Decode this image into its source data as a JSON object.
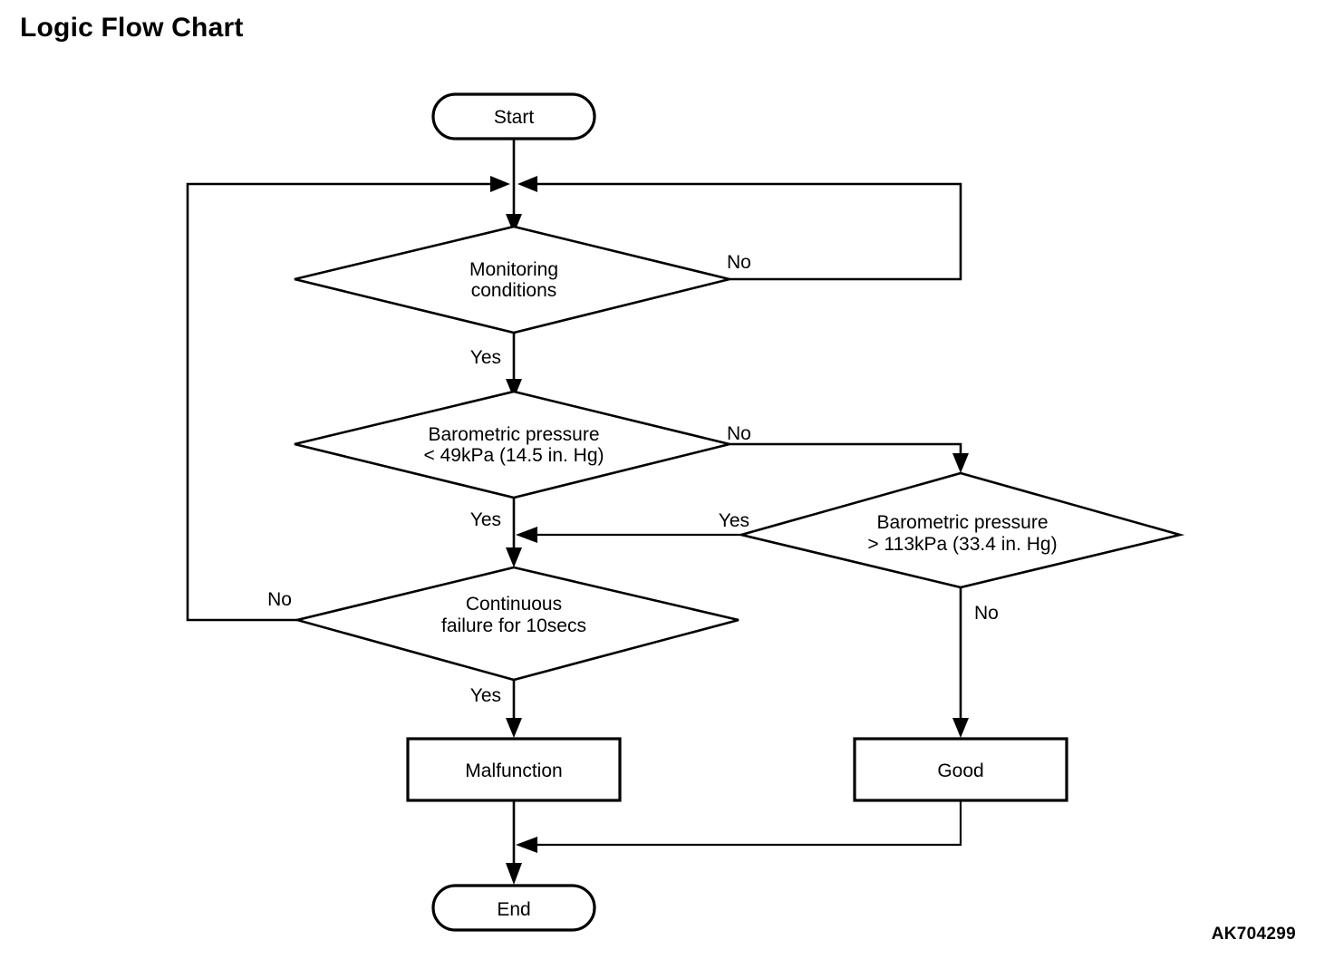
{
  "page": {
    "title": "Logic Flow Chart",
    "figure_id": "AK704299",
    "background_color": "#ffffff",
    "line_color": "#000000"
  },
  "chart_data": {
    "type": "diagram",
    "diagram_kind": "flowchart",
    "title": "Logic Flow Chart",
    "figure_id": "AK704299",
    "orientation": "top-to-bottom",
    "nodes": [
      {
        "id": "start",
        "shape": "terminator",
        "label": "Start",
        "lines": [
          "Start"
        ]
      },
      {
        "id": "monitoring",
        "shape": "decision",
        "label": "Monitoring conditions",
        "lines": [
          "Monitoring",
          "conditions"
        ]
      },
      {
        "id": "baro_low",
        "shape": "decision",
        "label": "Barometric pressure < 49kPa (14.5 in. Hg)",
        "lines": [
          "Barometric pressure",
          "< 49kPa (14.5 in. Hg)"
        ]
      },
      {
        "id": "baro_high",
        "shape": "decision",
        "label": "Barometric pressure > 113kPa (33.4 in. Hg)",
        "lines": [
          "Barometric pressure",
          "> 113kPa (33.4 in. Hg)"
        ]
      },
      {
        "id": "continuous",
        "shape": "decision",
        "label": "Continuous failure for 10secs",
        "lines": [
          "Continuous",
          "failure for 10secs"
        ]
      },
      {
        "id": "malfunction",
        "shape": "process",
        "label": "Malfunction",
        "lines": [
          "Malfunction"
        ]
      },
      {
        "id": "good",
        "shape": "process",
        "label": "Good",
        "lines": [
          "Good"
        ]
      },
      {
        "id": "end",
        "shape": "terminator",
        "label": "End",
        "lines": [
          "End"
        ]
      }
    ],
    "edges": [
      {
        "from": "start",
        "to": "monitoring",
        "label": ""
      },
      {
        "from": "monitoring",
        "to": "monitoring",
        "label": "No",
        "route": "loop-right-back-to-top"
      },
      {
        "from": "monitoring",
        "to": "baro_low",
        "label": "Yes"
      },
      {
        "from": "baro_low",
        "to": "baro_high",
        "label": "No"
      },
      {
        "from": "baro_low",
        "to": "continuous",
        "label": "Yes"
      },
      {
        "from": "baro_high",
        "to": "continuous",
        "label": "Yes"
      },
      {
        "from": "baro_high",
        "to": "good",
        "label": "No"
      },
      {
        "from": "continuous",
        "to": "monitoring",
        "label": "No",
        "route": "loop-left-back-to-top"
      },
      {
        "from": "continuous",
        "to": "malfunction",
        "label": "Yes"
      },
      {
        "from": "malfunction",
        "to": "end",
        "label": ""
      },
      {
        "from": "good",
        "to": "end",
        "label": ""
      }
    ],
    "edge_labels": [
      "No",
      "Yes",
      "No",
      "Yes",
      "Yes",
      "No",
      "No",
      "Yes"
    ]
  },
  "nodes": {
    "start": {
      "label": "Start"
    },
    "monitoring": {
      "line1": "Monitoring",
      "line2": "conditions"
    },
    "baro_low": {
      "line1": "Barometric pressure",
      "line2": "< 49kPa (14.5 in. Hg)"
    },
    "baro_high": {
      "line1": "Barometric pressure",
      "line2": "> 113kPa (33.4 in. Hg)"
    },
    "continuous": {
      "line1": "Continuous",
      "line2": "failure for 10secs"
    },
    "malfunction": {
      "label": "Malfunction"
    },
    "good": {
      "label": "Good"
    },
    "end": {
      "label": "End"
    }
  },
  "labels": {
    "monitoring_no": "No",
    "monitoring_yes": "Yes",
    "baro_low_no": "No",
    "baro_low_yes": "Yes",
    "baro_high_yes": "Yes",
    "baro_high_no": "No",
    "continuous_no": "No",
    "continuous_yes": "Yes"
  }
}
